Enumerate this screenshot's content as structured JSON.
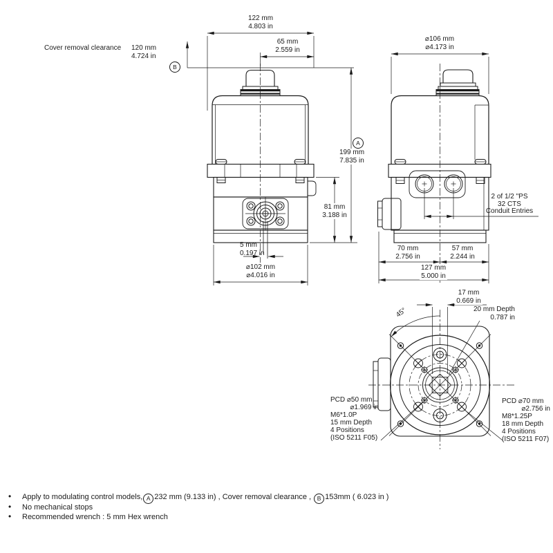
{
  "drawing": {
    "cover_removal": {
      "label": "Cover removal clearance",
      "mm": "120 mm",
      "in": "4.724 in"
    },
    "refs": {
      "a": "A",
      "b": "B"
    },
    "front": {
      "w122": {
        "mm": "122 mm",
        "in": "4.803 in"
      },
      "w65": {
        "mm": "65 mm",
        "in": "2.559 in"
      },
      "h199": {
        "mm": "199 mm",
        "in": "7.835 in"
      },
      "h81": {
        "mm": "81 mm",
        "in": "3.188 in"
      },
      "o5": {
        "mm": "5 mm",
        "in": "0.197 in"
      },
      "d102": {
        "mm": "⌀102 mm",
        "in": "⌀4.016 in"
      }
    },
    "side": {
      "d106": {
        "mm": "⌀106 mm",
        "in": "⌀4.173 in"
      },
      "w70": {
        "mm": "70 mm",
        "in": "2.756 in"
      },
      "w57": {
        "mm": "57 mm",
        "in": "2.244 in"
      },
      "w127": {
        "mm": "127 mm",
        "in": "5.000 in"
      },
      "conduit": {
        "l1": "2 of 1/2 \"PS",
        "l2": "32 CTS",
        "l3": "Conduit Entries"
      }
    },
    "bottom": {
      "w17": {
        "mm": "17 mm",
        "in": "0.669 in"
      },
      "depth20": {
        "mm": "20 mm Depth",
        "in": "0.787 in"
      },
      "angle": "45°",
      "pcd50": [
        "PCD ⌀50 mm",
        "⌀1.969 in",
        "M6*1.0P",
        "15 mm Depth",
        "4 Positions",
        "(ISO 5211 F05)"
      ],
      "pcd70": [
        "PCD ⌀70 mm",
        "⌀2.756 in",
        "M8*1.25P",
        "18 mm Depth",
        "4 Positions",
        "(ISO 5211 F07)"
      ]
    }
  },
  "notes": {
    "n1_pre": "Apply to modulating control models,",
    "n1_a": "A",
    "n1_mid": "232 mm (9.133 in) , Cover removal clearance , ",
    "n1_b": "B",
    "n1_post": "153mm ( 6.023 in )",
    "n2": "No mechanical stops",
    "n3": "Recommended wrench : 5 mm Hex wrench"
  }
}
